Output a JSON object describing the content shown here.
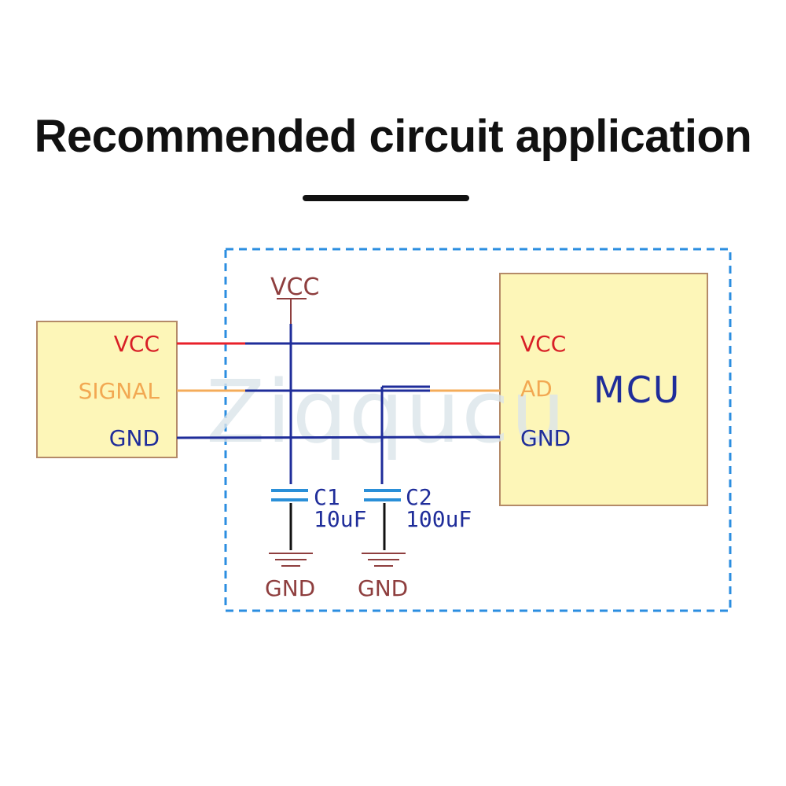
{
  "title": "Recommended circuit application",
  "watermark": "Ziqqucu",
  "sensor": {
    "pins": [
      "VCC",
      "SIGNAL",
      "GND"
    ]
  },
  "mcu": {
    "name": "MCU",
    "pins": [
      "VCC",
      "AD",
      "GND"
    ]
  },
  "power_symbol": "VCC",
  "capacitors": [
    {
      "ref": "C1",
      "value": "10uF"
    },
    {
      "ref": "C2",
      "value": "100uF"
    }
  ],
  "grounds": [
    "GND",
    "GND"
  ],
  "colors": {
    "vcc_wire": "#e8212b",
    "signal_wire": "#f4ac5a",
    "net_wire": "#1f2d9a",
    "component_fill": "#fdf6b8",
    "component_border": "#b48a68",
    "symbol_brown": "#8e3e3e",
    "capacitor_plate": "#2a8fd8",
    "dashed_frame": "#2b8ee0",
    "watermark": "#d8e2e8"
  }
}
